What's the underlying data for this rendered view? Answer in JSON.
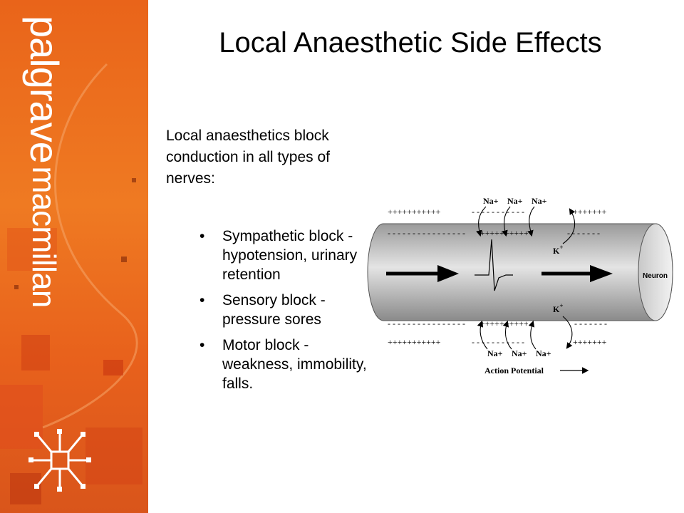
{
  "brand": {
    "name": "palgrave",
    "sub": "macmillan"
  },
  "slide": {
    "title": "Local Anaesthetic Side Effects",
    "intro": "Local anaesthetics block conduction in all types of nerves:",
    "bullets": [
      {
        "text": "Sympathetic block - hypotension, urinary retention"
      },
      {
        "text": "Sensory block - pressure sores"
      },
      {
        "text": "Motor block - weakness, immobility, falls."
      }
    ]
  },
  "diagram": {
    "na_top": [
      "Na+",
      "Na+",
      "Na+"
    ],
    "na_bottom": [
      "Na+",
      "Na+",
      "Na+"
    ],
    "k_label": "K",
    "k_superscript": "+",
    "neuron_label": "Neuron",
    "action_potential_label": "Action Potential",
    "outer_plus_left": "+++++++++++",
    "outer_plus_right": "+++++++",
    "inner_plus_middle": "++++++++++",
    "dashes_long": "- - - - - - - - - - - - - - - -",
    "dashes_mid": "- - - - - - - - - - -",
    "dashes_short": "- - - - - - -"
  },
  "colors": {
    "sidebar_orange": "#ea661d",
    "text": "#000000"
  }
}
